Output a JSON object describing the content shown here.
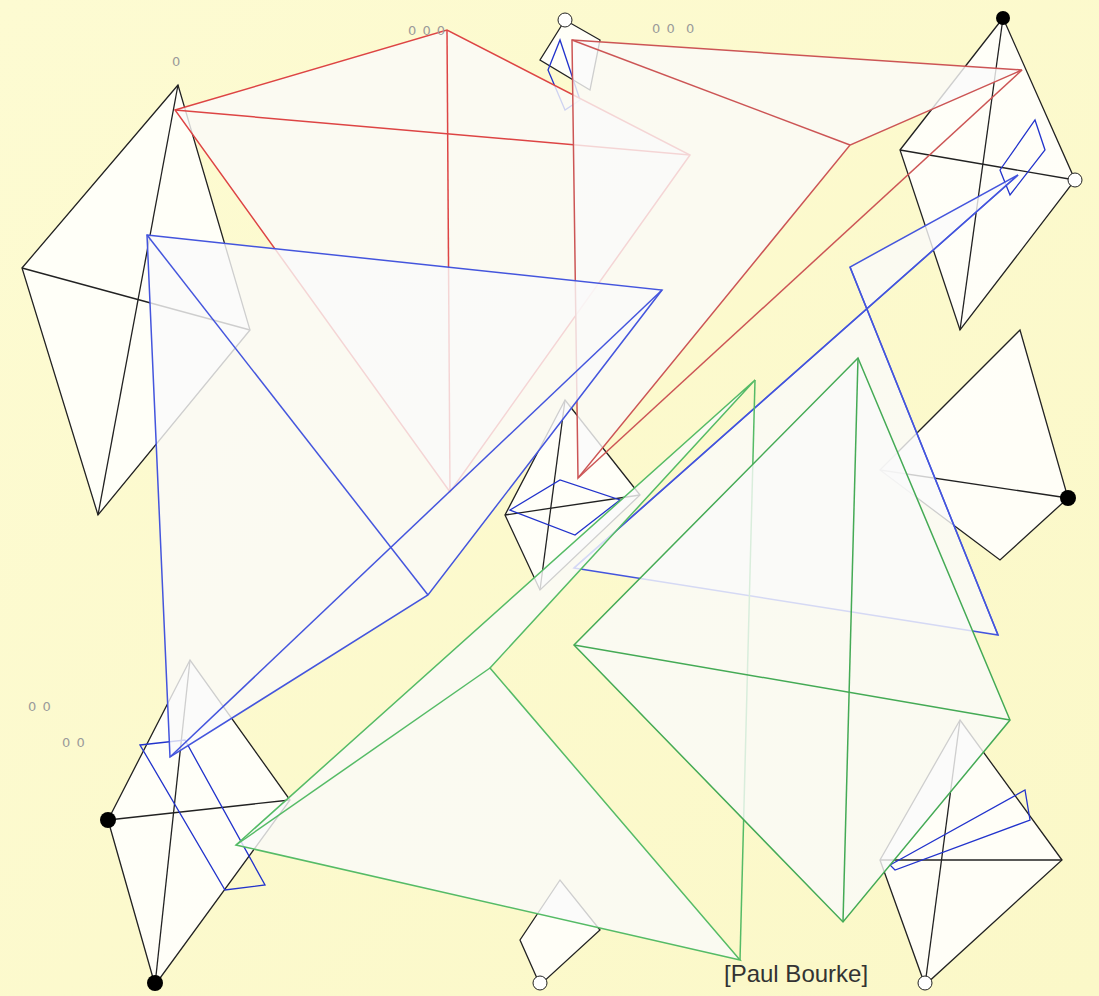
{
  "diagram": {
    "labels": [
      "0",
      "0 0 0",
      "0 0  0",
      "0 0",
      "0 0",
      "[Paul Bourke]"
    ]
  }
}
